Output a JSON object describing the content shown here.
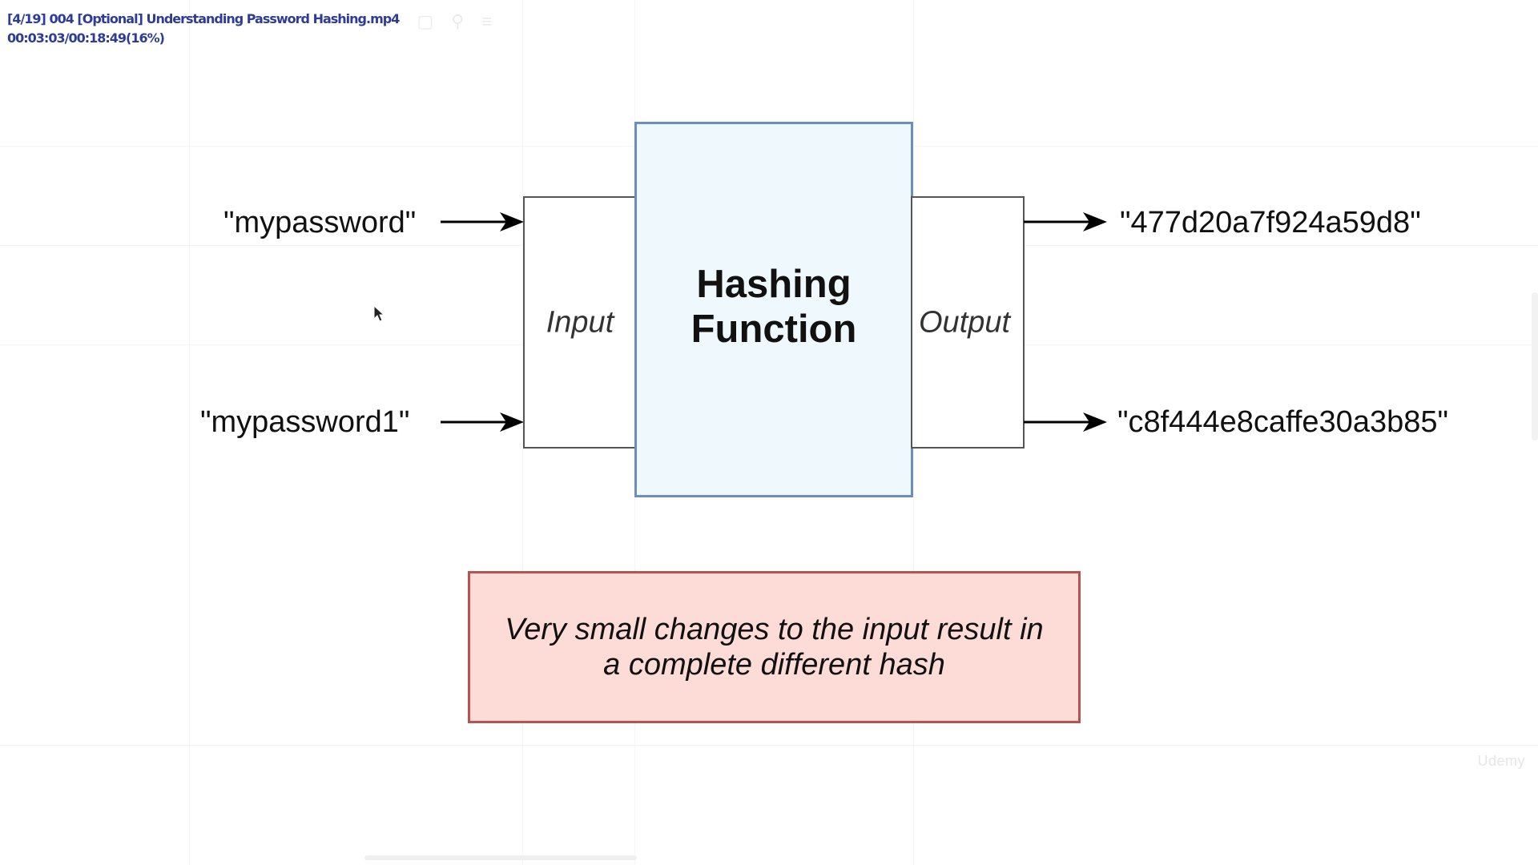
{
  "player": {
    "file_title": "[4/19] 004 [Optional] Understanding Password Hashing.mp4",
    "time_readout": "00:03:03/00:18:49(16%)",
    "progress_percent": 16
  },
  "diagram": {
    "inputs": [
      "\"mypassword\"",
      "\"mypassword1\""
    ],
    "outputs": [
      "\"477d20a7f924a59d8\"",
      "\"c8f444e8caffe30a3b85\""
    ],
    "input_label": "Input",
    "output_label": "Output",
    "function_label_line1": "Hashing",
    "function_label_line2": "Function",
    "note_line1": "Very small changes to the input result in",
    "note_line2": "a complete different hash"
  },
  "watermark": "Udemy",
  "colors": {
    "function_fill": "#eef8fd",
    "function_border": "#6c8ebf",
    "note_fill": "#fddcd8",
    "note_border": "#b85450",
    "overlay_text": "#2d3b9a"
  },
  "icons": [
    "arrow-right-icon",
    "mouse-pointer-icon"
  ]
}
